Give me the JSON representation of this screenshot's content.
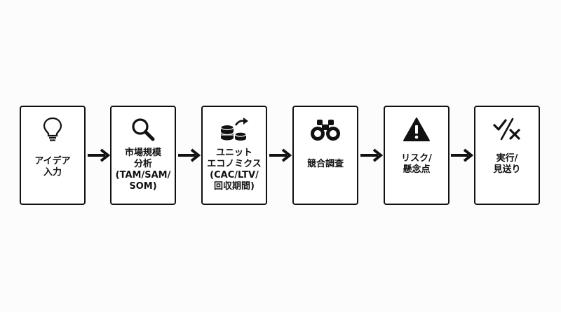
{
  "steps": [
    {
      "icon": "lightbulb-icon",
      "lines": [
        "アイデア",
        "入力"
      ]
    },
    {
      "icon": "magnifier-icon",
      "lines": [
        "市場規模",
        "分析",
        "(TAM/SAM/",
        "SOM)"
      ]
    },
    {
      "icon": "coins-growth-icon",
      "lines": [
        "ユニット",
        "エコノミクス",
        "(CAC/LTV/",
        "回収期間)"
      ]
    },
    {
      "icon": "binoculars-icon",
      "lines": [
        "競合調査"
      ]
    },
    {
      "icon": "warning-icon",
      "lines": [
        "リスク/",
        "懸念点"
      ]
    },
    {
      "icon": "check-cross-icon",
      "lines": [
        "実行/",
        "見送り"
      ]
    }
  ]
}
